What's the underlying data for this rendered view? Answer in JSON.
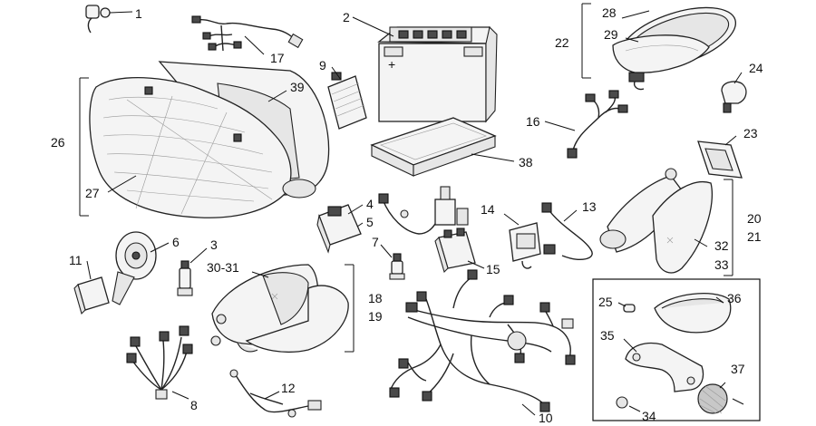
{
  "labels": {
    "l1": "1",
    "l2": "2",
    "l3": "3",
    "l4": "4",
    "l5": "5",
    "l6": "6",
    "l7": "7",
    "l8": "8",
    "l9": "9",
    "l10": "10",
    "l11": "11",
    "l12": "12",
    "l13": "13",
    "l14": "14",
    "l15": "15",
    "l16": "16",
    "l17": "17",
    "l18": "18",
    "l19": "19",
    "l20": "20",
    "l21": "21",
    "l22": "22",
    "l23": "23",
    "l24": "24",
    "l25": "25",
    "l26": "26",
    "l27": "27",
    "l28": "28",
    "l29": "29",
    "l3031": "30-31",
    "l32": "32",
    "l33": "33",
    "l34": "34",
    "l35": "35",
    "l36": "36",
    "l37": "37",
    "l38": "38",
    "l39": "39"
  },
  "battery_polarity": "+"
}
